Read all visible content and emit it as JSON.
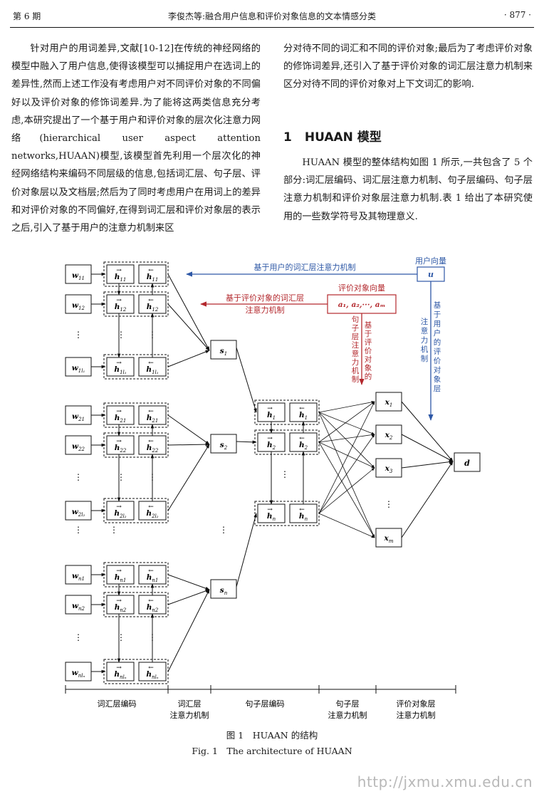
{
  "header": {
    "issue": "第 6 期",
    "running_title": "李俊杰等:融合用户信息和评价对象信息的文本情感分类",
    "page": "· 877 ·"
  },
  "body": {
    "left_paragraph": "针对用户的用词差异,文献[10-12]在传统的神经网络的模型中融入了用户信息,使得该模型可以捕捉用户在选词上的差异性,然而上述工作没有考虑用户对不同评价对象的不同偏好以及评价对象的修饰词差异.为了能将这两类信息充分考虑,本研究提出了一个基于用户和评价对象的层次化注意力网络(hierarchical user aspect attention networks,HUAAN)模型,该模型首先利用一个层次化的神经网络结构来编码不同层级的信息,包括词汇层、句子层、评价对象层以及文档层;然后为了同时考虑用户在用词上的差异和对评价对象的不同偏好,在得到词汇层和评价对象层的表示之后,引入了基于用户的注意力机制来区",
    "right_paragraph_1": "分对待不同的词汇和不同的评价对象;最后为了考虑评价对象的修饰词差异,还引入了基于评价对象的词汇层注意力机制来区分对待不同的评价对象对上下文词汇的影响.",
    "section_number": "1",
    "section_title": "HUAAN 模型",
    "right_paragraph_2": "HUAAN 模型的整体结构如图 1 所示,一共包含了 5 个部分:词汇层编码、词汇层注意力机制、句子层编码、句子层注意力机制和评价对象层注意力机制.表 1 给出了本研究使用的一些数学符号及其物理意义."
  },
  "figure": {
    "user_vector_label": "用户向量",
    "user_symbol": "u",
    "aspect_vector_label": "评价对象向量",
    "aspect_symbol": "a₁, a₂,···, aₘ",
    "user_word_attention": "基于用户的词汇层注意力机制",
    "aspect_word_attention_line1": "基于评价对象的词汇层",
    "aspect_word_attention_line2": "注意力机制",
    "aspect_sentence_attention_col1": "基于评价对象的",
    "aspect_sentence_attention_col2": "句子层注意力机制",
    "user_aspect_attention_col1": "基于用户的评价对象层",
    "user_aspect_attention_col2": "注意力机制",
    "output": "d",
    "bottom_labels": [
      {
        "line1": "词汇层编码",
        "line2": ""
      },
      {
        "line1": "词汇层",
        "line2": "注意力机制"
      },
      {
        "line1": "句子层编码",
        "line2": ""
      },
      {
        "line1": "句子层",
        "line2": "注意力机制"
      },
      {
        "line1": "评价对象层",
        "line2": "注意力机制"
      }
    ],
    "caption_cn": "图 1　HUAAN 的结构",
    "caption_en": "Fig. 1　The architecture of HUAAN",
    "colors": {
      "user": "#2e58a6",
      "aspect": "#b3282d",
      "line": "#111111"
    }
  },
  "watermark": "http://jxmu.xmu.edu.cn"
}
